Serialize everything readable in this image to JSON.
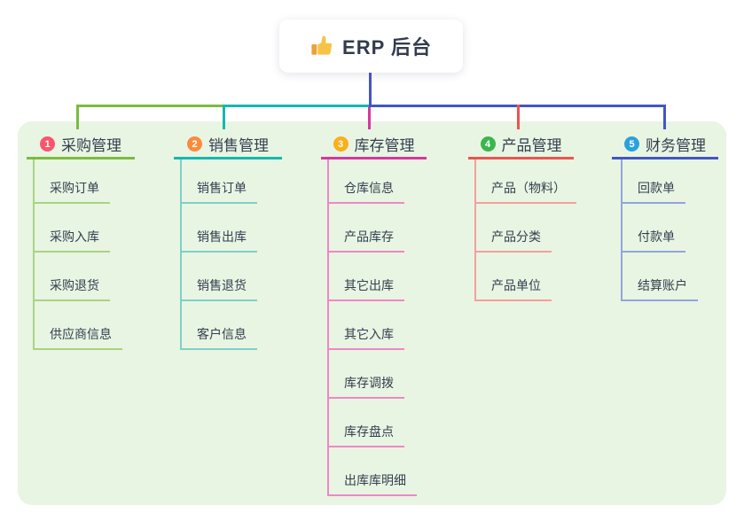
{
  "root": {
    "label": "ERP 后台",
    "icon": "thumbs-up-icon"
  },
  "branches": [
    {
      "num": "1",
      "label": "采购管理",
      "accent_color": "#7cbb41",
      "light_color": "#a9d383",
      "badge_color": "#f9556d",
      "items": [
        "采购订单",
        "采购入库",
        "采购退货",
        "供应商信息"
      ]
    },
    {
      "num": "2",
      "label": "销售管理",
      "accent_color": "#14b8af",
      "light_color": "#7fd0c9",
      "badge_color": "#fb8b3c",
      "items": [
        "销售订单",
        "销售出库",
        "销售退货",
        "客户信息"
      ]
    },
    {
      "num": "3",
      "label": "库存管理",
      "accent_color": "#d8379e",
      "light_color": "#ef87c6",
      "badge_color": "#fbaf1c",
      "items": [
        "仓库信息",
        "产品库存",
        "其它出库",
        "其它入库",
        "库存调拨",
        "库存盘点",
        "出库库明细"
      ]
    },
    {
      "num": "4",
      "label": "产品管理",
      "accent_color": "#ef5350",
      "light_color": "#f59f9d",
      "badge_color": "#3cb54e",
      "items": [
        "产品（物料）",
        "产品分类",
        "产品单位"
      ]
    },
    {
      "num": "5",
      "label": "财务管理",
      "accent_color": "#4355c4",
      "light_color": "#92a5dc",
      "badge_color": "#2aa1dc",
      "items": [
        "回款单",
        "付款单",
        "结算账户"
      ]
    }
  ],
  "canvas": {
    "panel_color": "#e8f5e2",
    "stem_color": "#4355c4",
    "text_color": "#333f50"
  }
}
